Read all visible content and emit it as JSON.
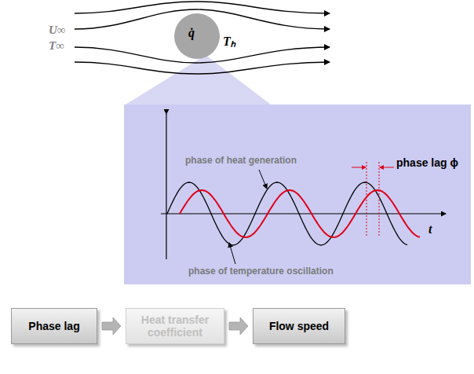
{
  "diagram": {
    "nodes": [
      {
        "text": [
          "Phase lag"
        ]
      },
      {
        "text": [
          "Heat transfer coefficient"
        ]
      },
      {
        "text": [
          "Flow speed"
        ]
      }
    ],
    "edges": [
      {
        "from": 0,
        "to": 1,
        "arrow": "to"
      },
      {
        "from": 1,
        "to": 2,
        "arrow": "to"
      }
    ],
    "labels": [
      "U∞",
      "T∞",
      "q̇",
      "Tₕ",
      "phase of heat generation",
      "phase lag ϕ",
      "t",
      "phase of temperature oscillation"
    ]
  }
}
